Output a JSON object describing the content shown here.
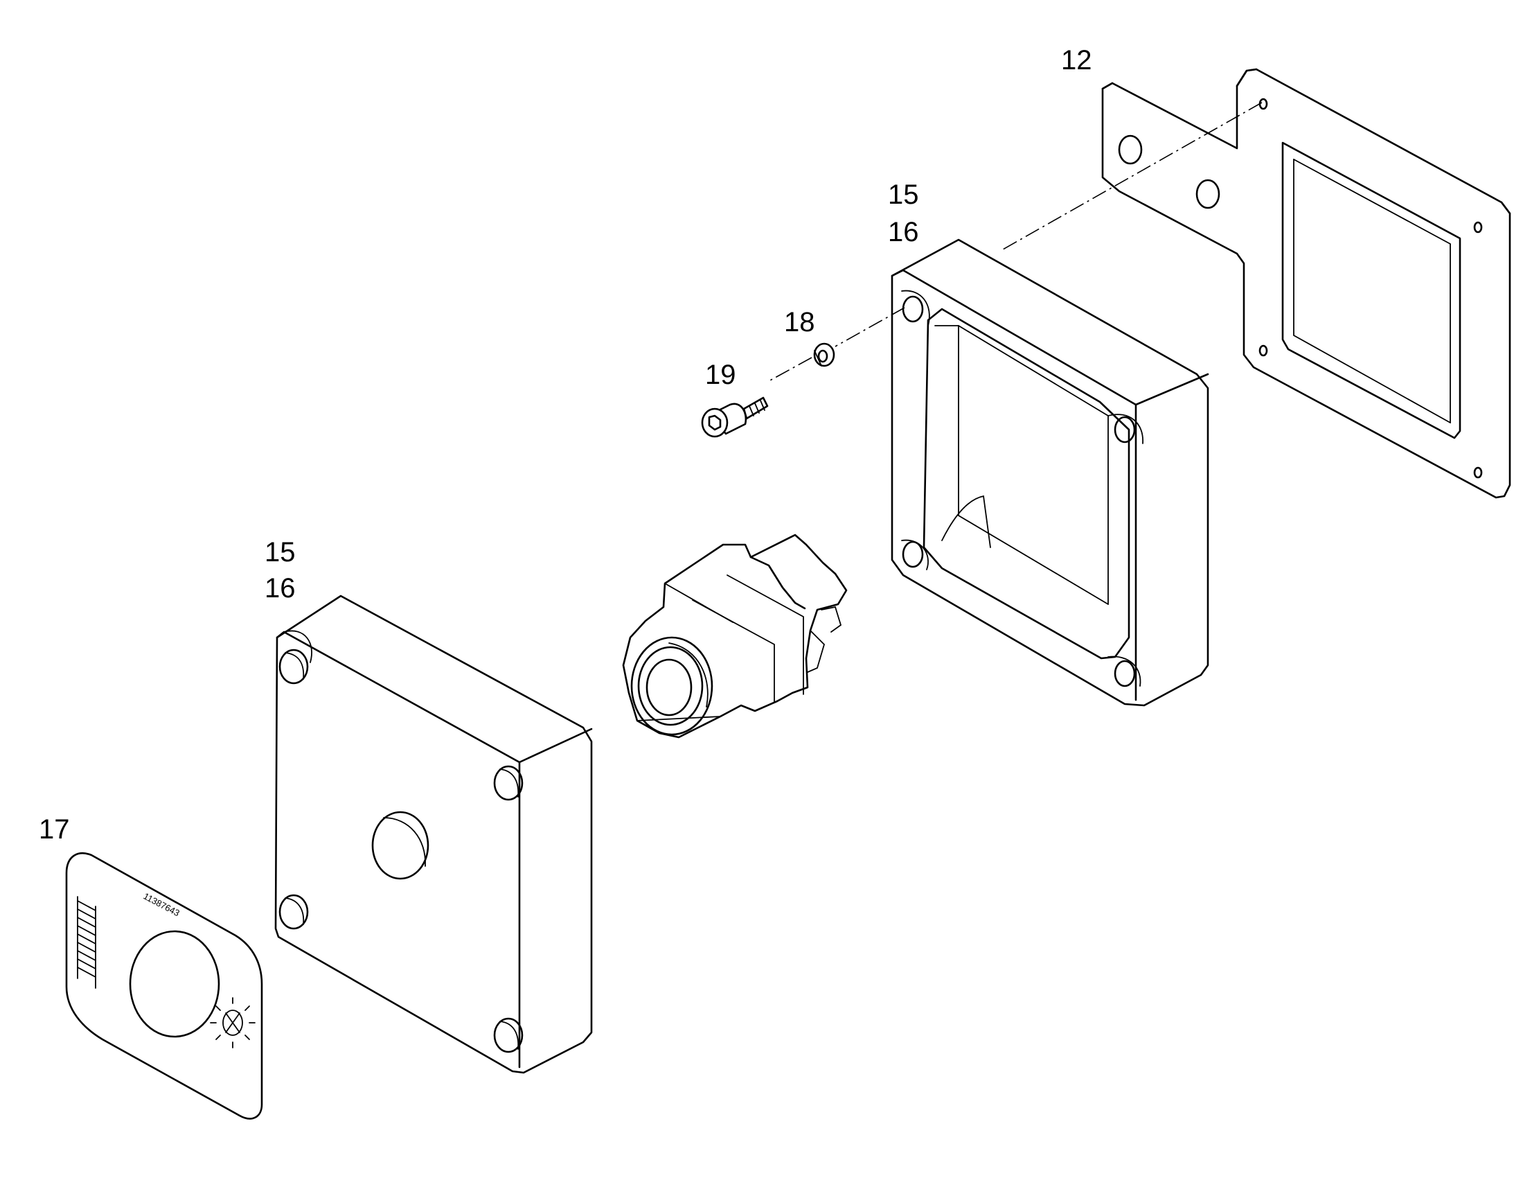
{
  "callouts": {
    "c12": "12",
    "c15_rear": "15",
    "c16_rear": "16",
    "c18": "18",
    "c19": "19",
    "c15_front": "15",
    "c16_front": "16",
    "c17": "17"
  },
  "label_plate": {
    "part_number": "11387643"
  },
  "icons": {
    "lamp": "lamp-symbol-icon",
    "ladder": "rating-ladder-icon"
  }
}
